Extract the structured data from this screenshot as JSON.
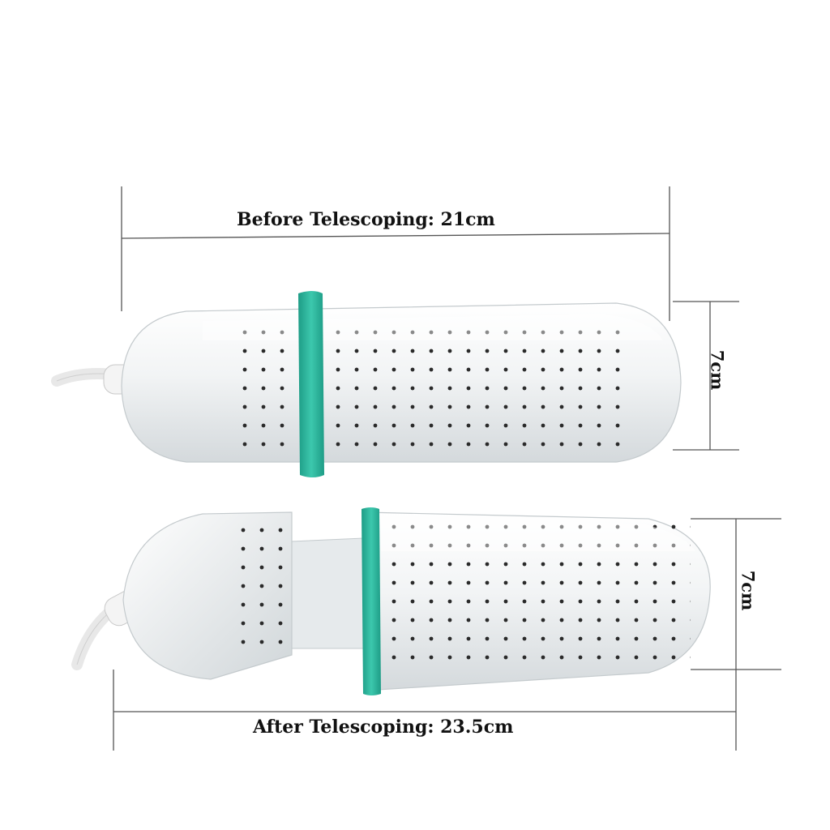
{
  "labels": {
    "before": "Before Telescoping: 21cm",
    "after": "After Telescoping: 23.5cm",
    "height_top": "7cm",
    "height_bottom": "7cm"
  },
  "colors": {
    "band": "#2bb39b",
    "body": "#f1f3f4",
    "body_shadow": "#d3d8db",
    "holes": "#2a2a2a",
    "lines": "#555555"
  }
}
